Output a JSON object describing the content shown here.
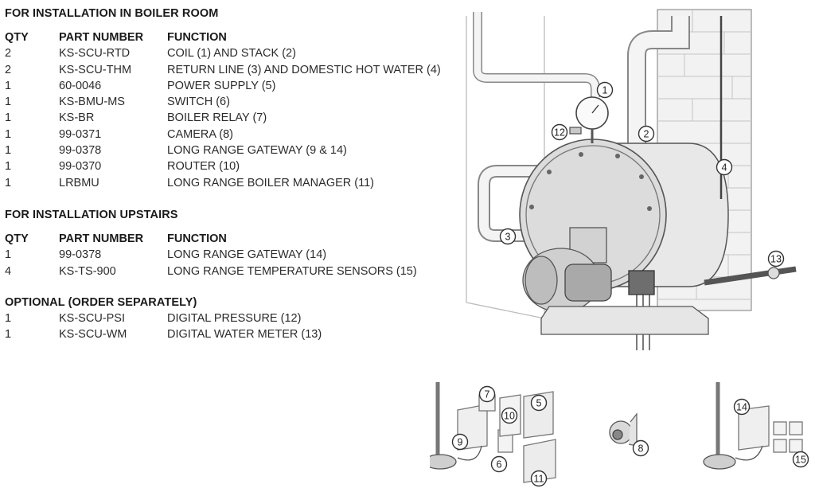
{
  "boiler_room": {
    "title": "FOR INSTALLATION IN BOILER ROOM",
    "headers": [
      "QTY",
      "PART NUMBER",
      "FUNCTION"
    ],
    "rows": [
      [
        "2",
        "KS-SCU-RTD",
        "COIL (1) AND STACK (2)"
      ],
      [
        "2",
        "KS-SCU-THM",
        "RETURN LINE (3) AND DOMESTIC HOT WATER (4)"
      ],
      [
        "1",
        "60-0046",
        "POWER SUPPLY (5)"
      ],
      [
        "1",
        "KS-BMU-MS",
        "SWITCH (6)"
      ],
      [
        "1",
        "KS-BR",
        "BOILER RELAY (7)"
      ],
      [
        "1",
        "99-0371",
        "CAMERA (8)"
      ],
      [
        "1",
        "99-0378",
        "LONG RANGE GATEWAY (9 & 14)"
      ],
      [
        "1",
        "99-0370",
        "ROUTER (10)"
      ],
      [
        "1",
        "LRBMU",
        "LONG RANGE BOILER MANAGER (11)"
      ]
    ]
  },
  "upstairs": {
    "title": "FOR INSTALLATION UPSTAIRS",
    "headers": [
      "QTY",
      "PART NUMBER",
      "FUNCTION"
    ],
    "rows": [
      [
        "1",
        "99-0378",
        "LONG RANGE GATEWAY (14)"
      ],
      [
        "4",
        "KS-TS-900",
        "LONG RANGE TEMPERATURE SENSORS (15)"
      ]
    ]
  },
  "optional": {
    "title": "OPTIONAL (ORDER SEPARATELY)",
    "rows": [
      [
        "1",
        "KS-SCU-PSI",
        "DIGITAL PRESSURE (12)"
      ],
      [
        "1",
        "KS-SCU-WM",
        "DIGITAL WATER METER (13)"
      ]
    ]
  },
  "callouts": [
    "1",
    "2",
    "3",
    "4",
    "5",
    "6",
    "7",
    "8",
    "9",
    "10",
    "11",
    "12",
    "13",
    "14",
    "15"
  ]
}
